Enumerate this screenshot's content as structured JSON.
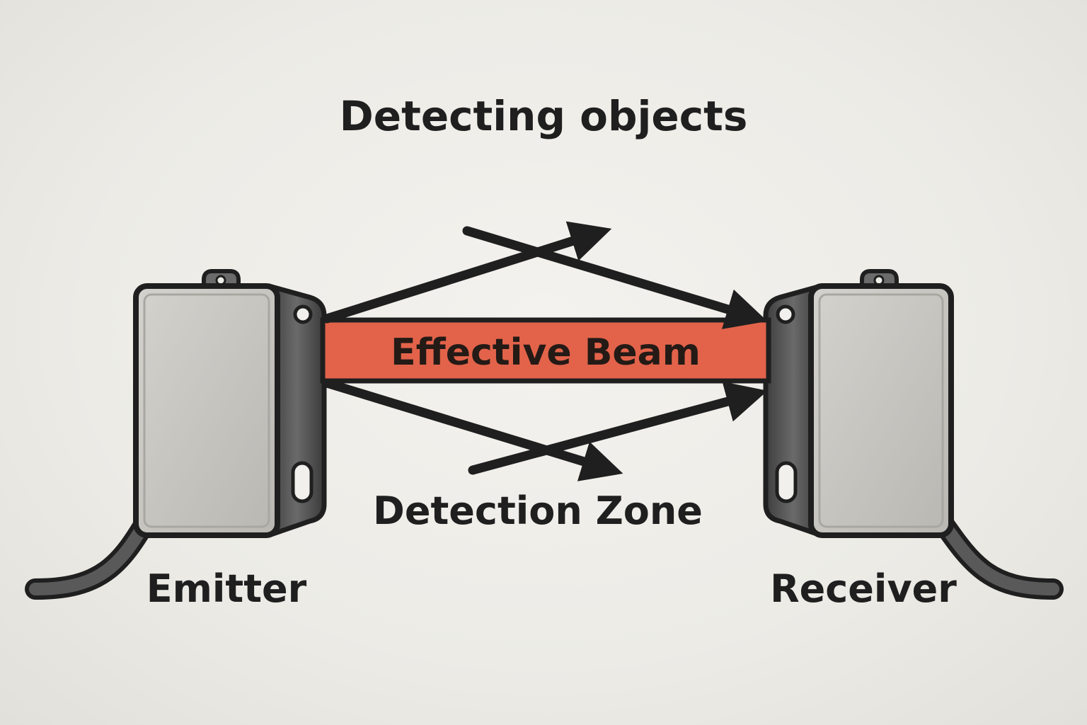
{
  "title": "Detecting objects",
  "beam_label": "Effective Beam",
  "zone_label": "Detection Zone",
  "emitter_label": "Emitter",
  "receiver_label": "Receiver",
  "colors": {
    "beam": "#e2634a",
    "ink": "#1f1f1f",
    "housing": "#c9c7c2",
    "bracket": "#4a4a4a",
    "background": "#eeece7"
  }
}
